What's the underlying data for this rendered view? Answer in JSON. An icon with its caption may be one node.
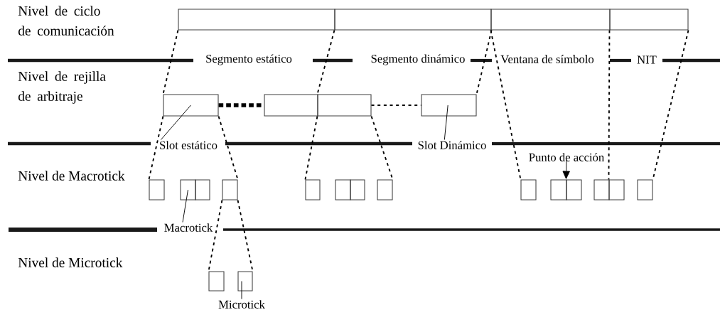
{
  "diagram": {
    "nodes": [
      {
        "text": [],
        "shape": "box"
      },
      {
        "text": [],
        "shape": "box"
      },
      {
        "text": [],
        "shape": "box"
      },
      {
        "text": [],
        "shape": "box"
      },
      {
        "text": [],
        "shape": "box"
      },
      {
        "text": [],
        "shape": "box"
      },
      {
        "text": [],
        "shape": "box"
      },
      {
        "text": [],
        "shape": "box"
      },
      {
        "text": [
          "Slot estático"
        ]
      },
      {
        "text": [
          "Slot Dinámico"
        ]
      },
      {
        "text": [
          "Punto de acción"
        ]
      },
      {
        "text": [],
        "shape": "box"
      },
      {
        "text": [],
        "shape": "box"
      },
      {
        "text": [],
        "shape": "box"
      },
      {
        "text": [],
        "shape": "box"
      },
      {
        "text": [],
        "shape": "box"
      },
      {
        "text": [],
        "shape": "box"
      },
      {
        "text": [],
        "shape": "box"
      },
      {
        "text": [],
        "shape": "box"
      },
      {
        "text": [],
        "shape": "box"
      },
      {
        "text": [],
        "shape": "box"
      },
      {
        "text": [],
        "shape": "box"
      },
      {
        "text": [],
        "shape": "box"
      },
      {
        "text": [],
        "shape": "box"
      },
      {
        "text": [],
        "shape": "box"
      },
      {
        "text": [
          "Macrotick"
        ]
      },
      {
        "text": [],
        "shape": "box"
      },
      {
        "text": [],
        "shape": "box"
      },
      {
        "text": [
          "Microtick"
        ]
      }
    ],
    "edges": [
      {
        "from": 0,
        "to": 4,
        "arrow": "none",
        "style": "dashed"
      },
      {
        "from": 1,
        "to": 6,
        "arrow": "none",
        "style": "dashed"
      },
      {
        "from": 1,
        "to": 7,
        "arrow": "none",
        "style": "dashed"
      },
      {
        "from": 2,
        "to": 19,
        "arrow": "none",
        "style": "dashed"
      },
      {
        "from": 3,
        "to": 23,
        "arrow": "none",
        "style": "dashed"
      },
      {
        "from": 3,
        "to": 24,
        "arrow": "none",
        "style": "dashed"
      },
      {
        "from": 4,
        "to": 5,
        "arrow": "none",
        "style": "dashed"
      },
      {
        "from": 6,
        "to": 7,
        "arrow": "none",
        "style": "dashed"
      },
      {
        "from": 4,
        "to": 11,
        "arrow": "none",
        "style": "dashed"
      },
      {
        "from": 4,
        "to": 14,
        "arrow": "none",
        "style": "dashed"
      },
      {
        "from": 6,
        "to": 15,
        "arrow": "none",
        "style": "dashed"
      },
      {
        "from": 6,
        "to": 18,
        "arrow": "none",
        "style": "dashed"
      },
      {
        "from": 14,
        "to": 26,
        "arrow": "none",
        "style": "dashed"
      },
      {
        "from": 14,
        "to": 27,
        "arrow": "none",
        "style": "dashed"
      },
      {
        "from": 8,
        "to": 4,
        "arrow": "none"
      },
      {
        "from": 9,
        "to": 7,
        "arrow": "none"
      },
      {
        "from": 10,
        "to": 21,
        "arrow": "to"
      },
      {
        "from": 25,
        "to": 12,
        "arrow": "none"
      },
      {
        "from": 28,
        "to": 27,
        "arrow": "none"
      }
    ],
    "labels": [
      "Nivel de ciclo de comunicación",
      "Segmento estático",
      "Segmento dinámico",
      "Ventana de símbolo",
      "NIT",
      "Nivel de rejilla de arbitraje",
      "Nivel de Macrotick",
      "Nivel de Microtick"
    ]
  }
}
